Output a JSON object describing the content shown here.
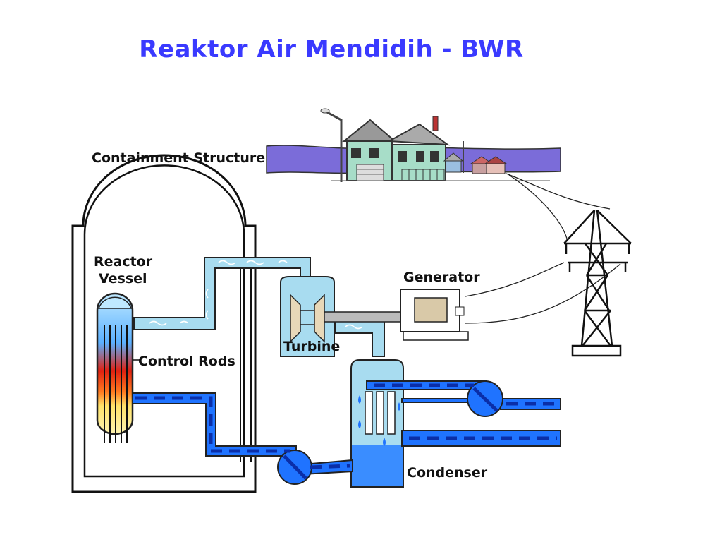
{
  "title": "Reaktor Air Mendidih - BWR",
  "labels": {
    "containment": "Containment Structure",
    "reactor_vessel_line1": "Reactor",
    "reactor_vessel_line2": "Vessel",
    "control_rods": "Control Rods",
    "turbine": "Turbine",
    "generator": "Generator",
    "condenser": "Condenser"
  },
  "colors": {
    "title": "#3a3aff",
    "steam": "#a8dcf0",
    "water": "#1f73ff",
    "water_dash": "#0a2ea8",
    "sky": "#7b6cd9",
    "core_hot": "#e02010",
    "core_warm": "#ffe36a"
  }
}
